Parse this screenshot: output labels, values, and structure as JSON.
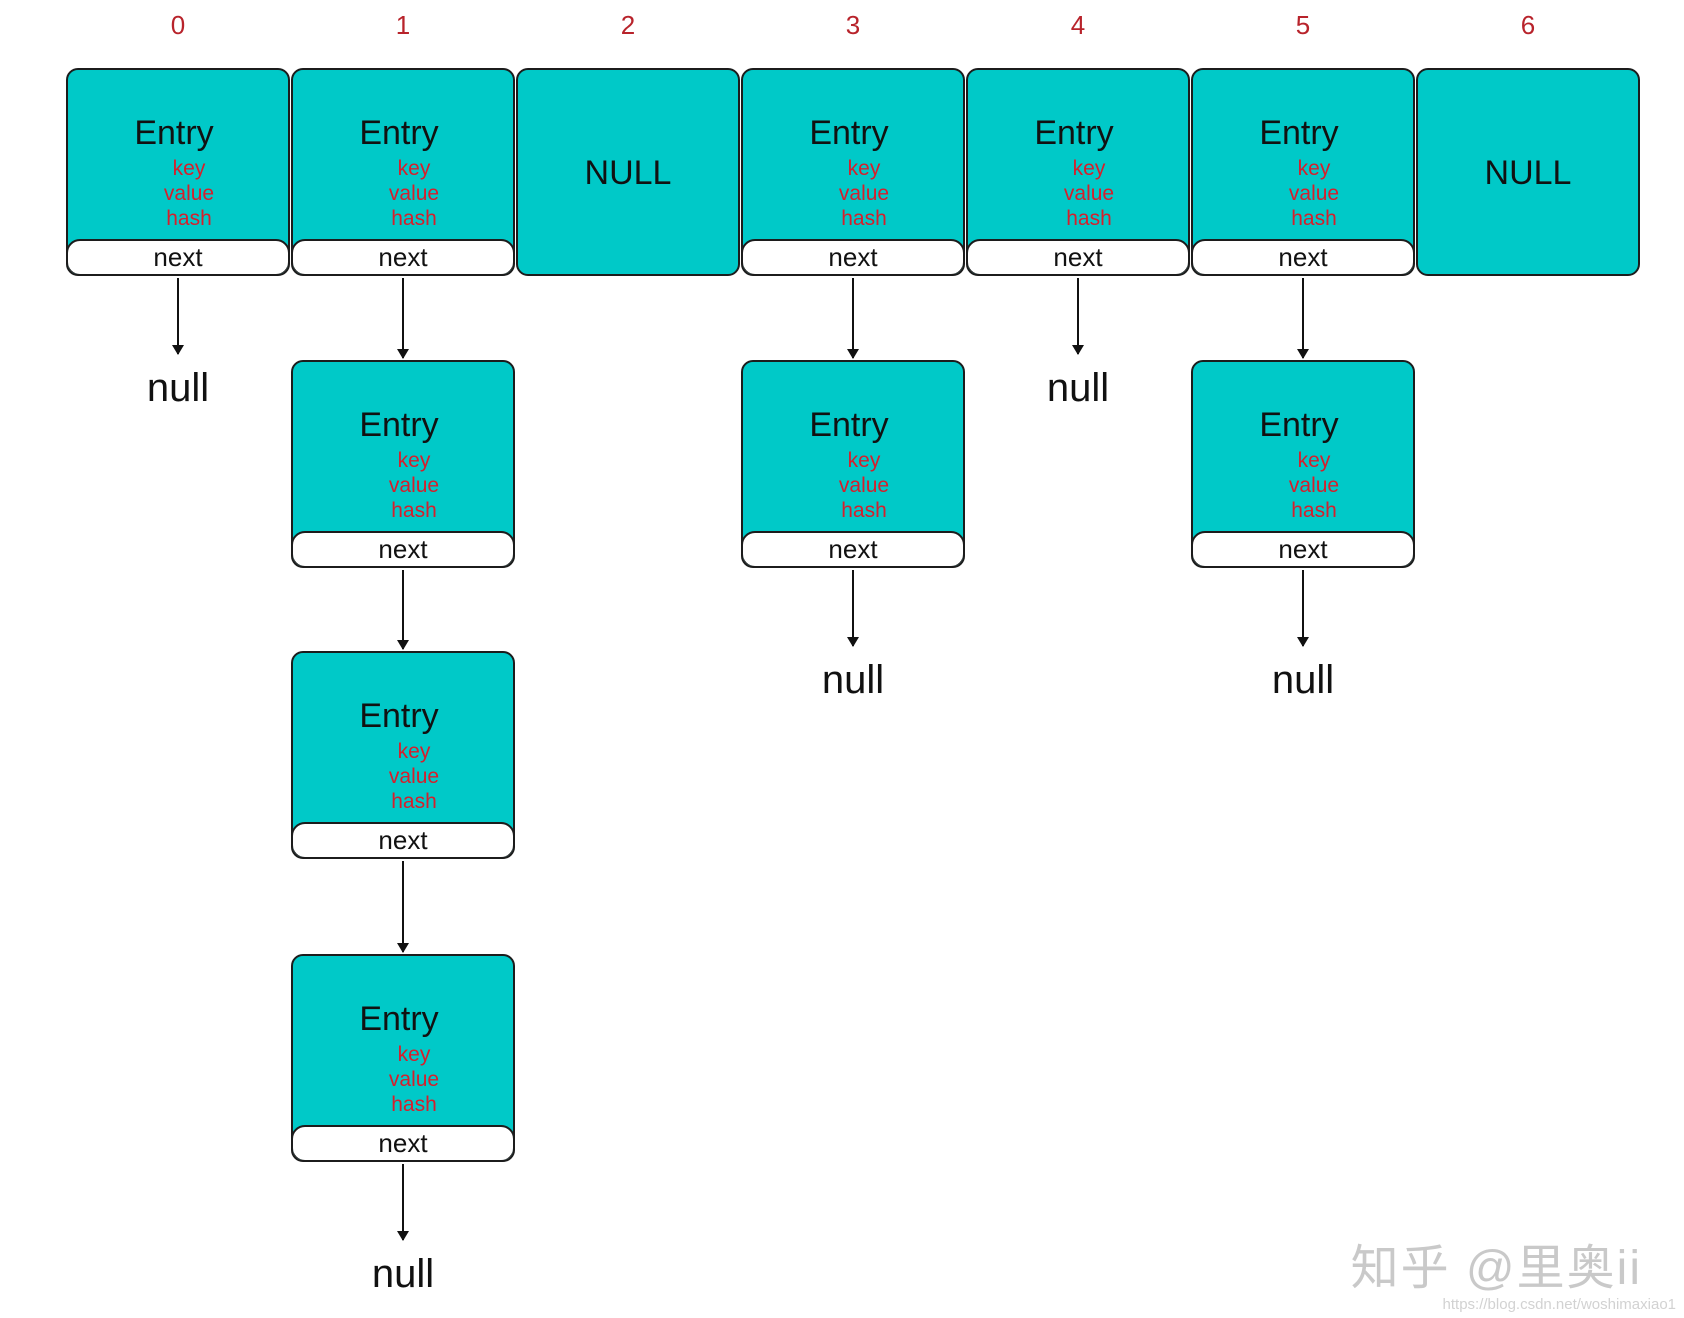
{
  "indices": [
    "0",
    "1",
    "2",
    "3",
    "4",
    "5",
    "6"
  ],
  "entry": {
    "title": "Entry",
    "fields": [
      "key",
      "value",
      "hash"
    ],
    "next_label": "next"
  },
  "null_cell_label": "NULL",
  "null_pointer_label": "null",
  "buckets": [
    {
      "index": "0",
      "type": "entry",
      "chain_length": 0
    },
    {
      "index": "1",
      "type": "entry",
      "chain_length": 3
    },
    {
      "index": "2",
      "type": "null"
    },
    {
      "index": "3",
      "type": "entry",
      "chain_length": 1
    },
    {
      "index": "4",
      "type": "entry",
      "chain_length": 0
    },
    {
      "index": "5",
      "type": "entry",
      "chain_length": 1
    },
    {
      "index": "6",
      "type": "null"
    }
  ],
  "watermark": {
    "text": "知乎 @里奥ii",
    "url": "https://blog.csdn.net/woshimaxiao1"
  },
  "colors": {
    "cell_fill": "#00c9c8",
    "field_text": "#d61f2c",
    "index_text": "#b8232b",
    "border": "#1c1c1c"
  }
}
